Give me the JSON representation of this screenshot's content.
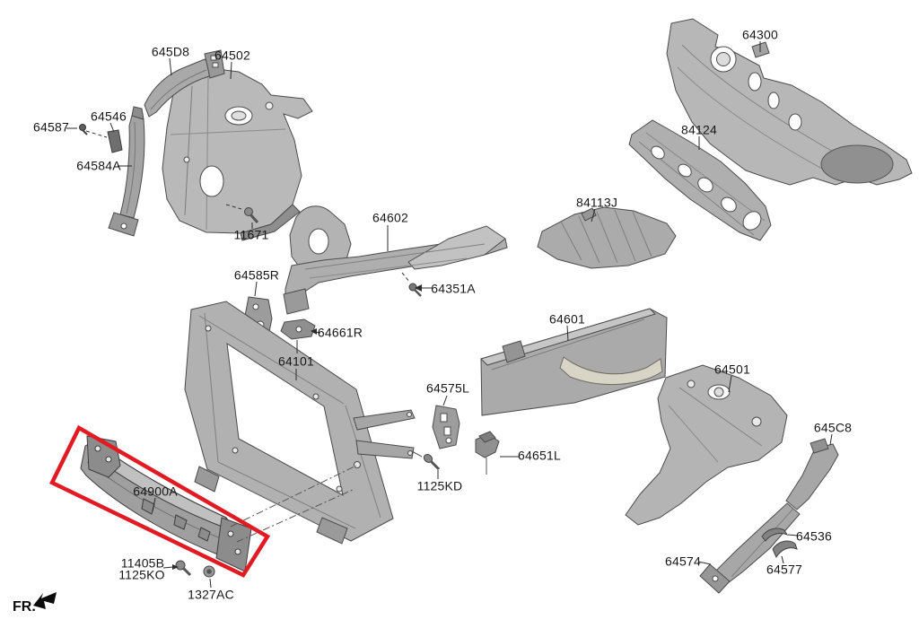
{
  "diagram": {
    "type": "exploded-parts-view",
    "fr_label": "FR.",
    "highlight_color": "#e01b23",
    "highlighted_part": "64900A",
    "labels": [
      {
        "text": "645D8"
      },
      {
        "text": "64502"
      },
      {
        "text": "64546"
      },
      {
        "text": "64587"
      },
      {
        "text": "64584A"
      },
      {
        "text": "11671"
      },
      {
        "text": "64585R"
      },
      {
        "text": "64602"
      },
      {
        "text": "64351A"
      },
      {
        "text": "64661R"
      },
      {
        "text": "64101"
      },
      {
        "text": "84113J"
      },
      {
        "text": "84124"
      },
      {
        "text": "64300"
      },
      {
        "text": "64601"
      },
      {
        "text": "64575L"
      },
      {
        "text": "64651L"
      },
      {
        "text": "1125KD"
      },
      {
        "text": "64900A"
      },
      {
        "text": "11405B"
      },
      {
        "text": "1125KO"
      },
      {
        "text": "1327AC"
      },
      {
        "text": "64501"
      },
      {
        "text": "645C8"
      },
      {
        "text": "64536"
      },
      {
        "text": "64574"
      },
      {
        "text": "64577"
      }
    ]
  }
}
